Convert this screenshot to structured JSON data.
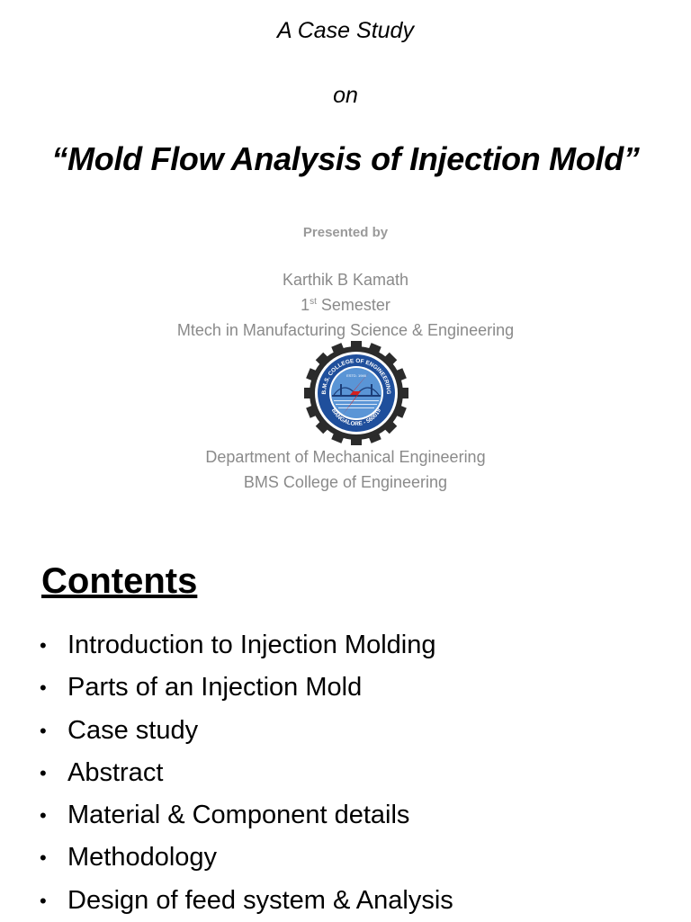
{
  "slide1": {
    "kicker": "A Case Study",
    "on": "on",
    "title": "“Mold Flow Analysis of Injection Mold”",
    "presented_by": "Presented by",
    "author": "Karthik B Kamath",
    "semester_num": "1",
    "semester_sup": "st",
    "semester_word": "Semester",
    "program": "Mtech in Manufacturing Science & Engineering",
    "department": "Department of Mechanical Engineering",
    "college": "BMS College of Engineering",
    "logo": {
      "ring_top": "B.M.S. COLLEGE OF ENGINEERING",
      "ring_bottom": "BANGALORE - 560019",
      "estd": "ESTD. 1946",
      "colors": {
        "gear": "#2b2b2b",
        "ring": "#1f4f9c",
        "sky": "#5a95d6",
        "bolt": "#d42020"
      }
    }
  },
  "slide2": {
    "heading": "Contents",
    "bullet": "•",
    "items": [
      "Introduction to Injection Molding",
      "Parts of an Injection Mold",
      "Case study",
      "Abstract",
      "Material & Component details",
      "Methodology",
      "Design of feed system & Analysis"
    ]
  }
}
